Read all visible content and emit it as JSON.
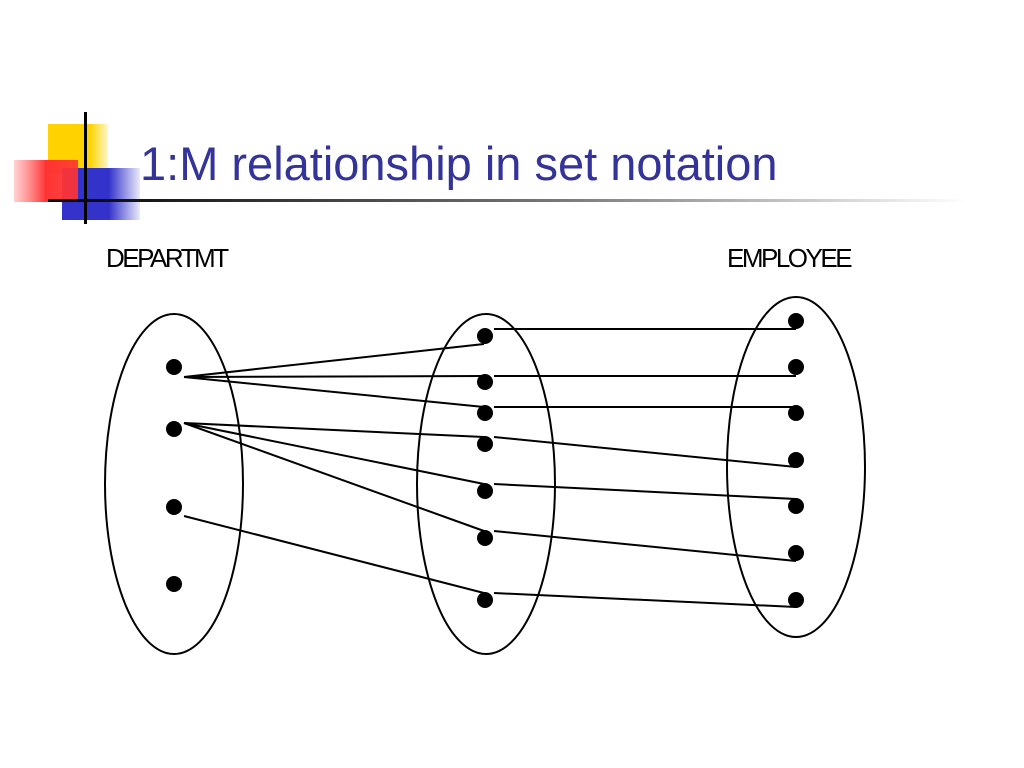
{
  "slide": {
    "title": "1:M relationship in set notation",
    "colors": {
      "title": "#333399",
      "accent_yellow": "#ffd200",
      "accent_red": "#ff3333",
      "accent_blue": "#3333cc",
      "ink": "#000000"
    }
  },
  "diagram": {
    "left_set_label": "DEPARTMT",
    "right_set_label": "EMPLOYEE",
    "sets": [
      {
        "id": "departmt",
        "element_count": 4
      },
      {
        "id": "middle",
        "element_count": 7
      },
      {
        "id": "employee",
        "element_count": 7
      }
    ],
    "relationships": [
      {
        "from": "departmt-1",
        "to": [
          "middle-1",
          "middle-2",
          "middle-3"
        ]
      },
      {
        "from": "departmt-2",
        "to": [
          "middle-4",
          "middle-5",
          "middle-6"
        ]
      },
      {
        "from": "departmt-3",
        "to": [
          "middle-7"
        ]
      },
      {
        "from": "departmt-4",
        "to": []
      }
    ],
    "links_to_employee": [
      [
        "middle-1",
        "employee-1"
      ],
      [
        "middle-2",
        "employee-2"
      ],
      [
        "middle-3",
        "employee-3"
      ],
      [
        "middle-4",
        "employee-4"
      ],
      [
        "middle-5",
        "employee-5"
      ],
      [
        "middle-6",
        "employee-6"
      ],
      [
        "middle-7",
        "employee-7"
      ]
    ]
  }
}
